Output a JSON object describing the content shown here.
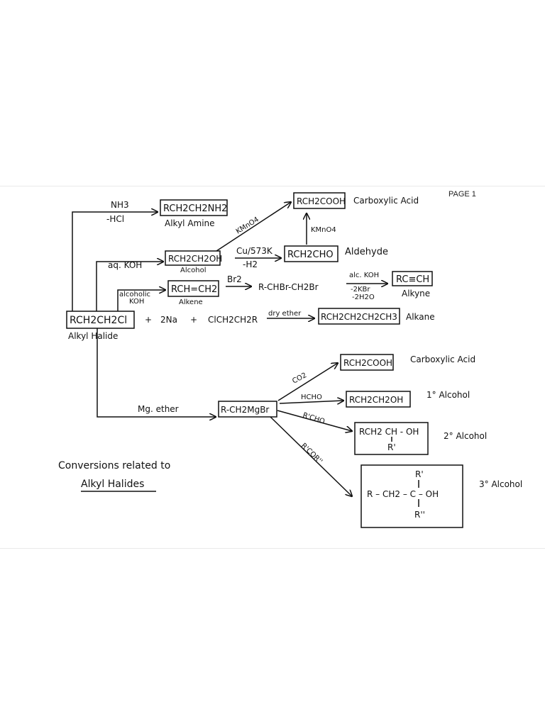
{
  "page_label": "PAGE 1",
  "title": {
    "line1": "Conversions related to",
    "line2": "Alkyl Halides"
  },
  "start": {
    "formula": "RCH2CH2Cl",
    "label": "Alkyl Halide"
  },
  "amine": {
    "reagent": "NH3",
    "byproduct": "-HCl",
    "formula": "RCH2CH2NH2",
    "label": "Alkyl Amine"
  },
  "alcohol": {
    "reagent": "aq. KOH",
    "formula": "RCH2CH2OH",
    "label": "Alcohol"
  },
  "oxidation": {
    "reagent": "KMnO4"
  },
  "aldehyde": {
    "reagent": "Cu/573K",
    "byproduct": "-H2",
    "formula": "RCH2CHO",
    "label": "Aldehyde"
  },
  "acid_top": {
    "reagent": "KMnO4",
    "formula": "RCH2COOH",
    "label": "Carboxylic Acid"
  },
  "alkene": {
    "reagent_line1": "alcoholic",
    "reagent_line2": "KOH",
    "formula": "RCH=CH2",
    "label": "Alkene"
  },
  "bromination": {
    "reagent": "Br2",
    "product": "R-CHBr-CH2Br"
  },
  "alkyne": {
    "reagent": "alc. KOH",
    "byproduct1": "-2KBr",
    "byproduct2": "-2H2O",
    "formula": "RC≡CH",
    "label": "Alkyne"
  },
  "wurtz": {
    "plus1": "+",
    "na": "2Na",
    "plus2": "+",
    "reactant": "ClCH2CH2R",
    "reagent": "dry ether",
    "formula": "RCH2CH2CH2CH3",
    "label": "Alkane"
  },
  "grignard": {
    "reagent": "Mg. ether",
    "formula": "R-CH2MgBr"
  },
  "acid_co2": {
    "reagent": "CO2",
    "formula": "RCH2COOH",
    "label": "Carboxylic Acid"
  },
  "primary": {
    "reagent": "HCHO",
    "formula": "RCH2CH2OH",
    "label": "1° Alcohol"
  },
  "secondary": {
    "reagent": "R'CHO",
    "formula": "RCH2 CH - OH",
    "sub": "R'",
    "label": "2° Alcohol"
  },
  "tertiary": {
    "reagent": "R'COR''",
    "top": "R'",
    "main": "R – CH2 – C – OH",
    "bottom": "R''",
    "label": "3° Alcohol"
  }
}
